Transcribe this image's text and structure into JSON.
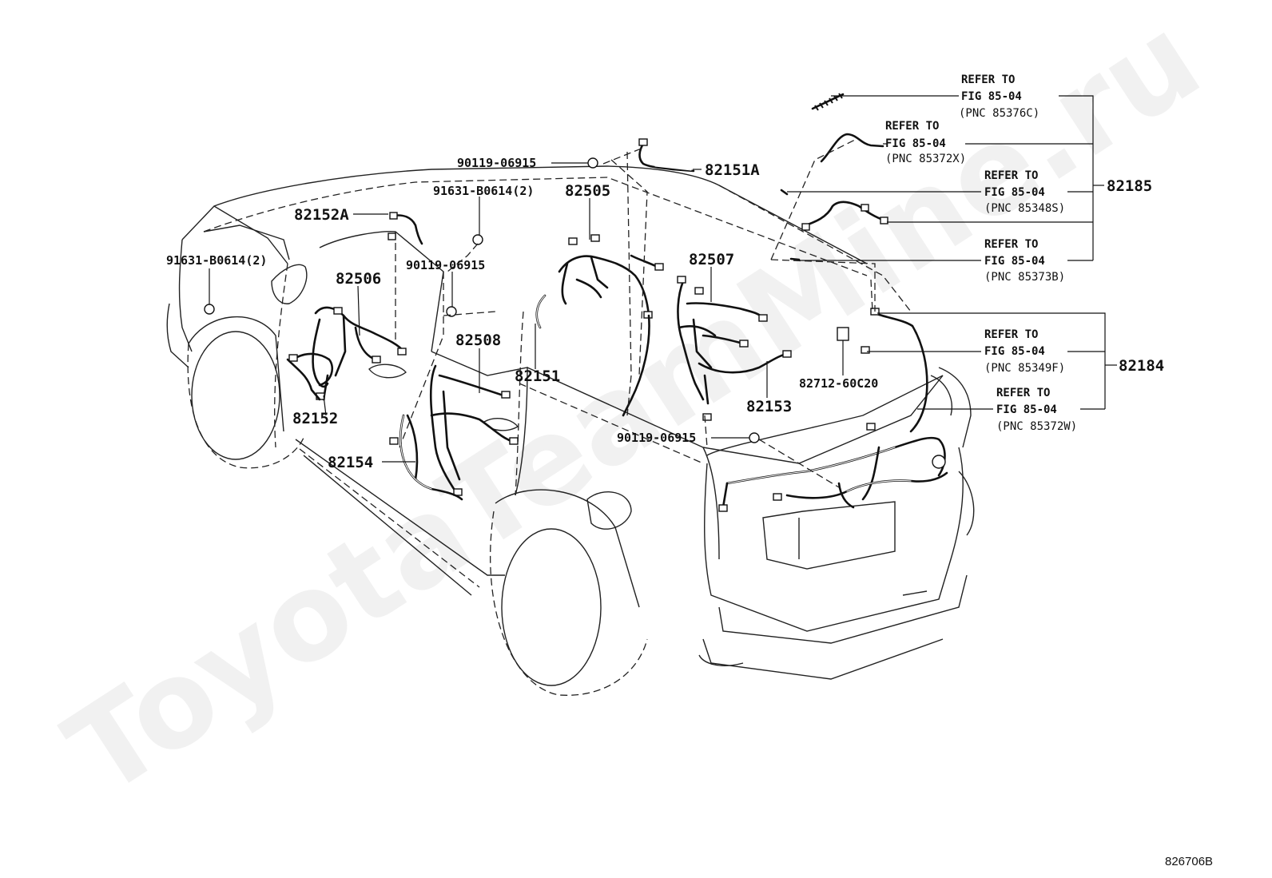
{
  "watermark": "ToyotaTeamMine.ru",
  "figure_code": "826706B",
  "parts": [
    {
      "id": "p82185",
      "text": "82185"
    },
    {
      "id": "p82184",
      "text": "82184"
    },
    {
      "id": "p82151A",
      "text": "82151A"
    },
    {
      "id": "p82505",
      "text": "82505"
    },
    {
      "id": "p82152A",
      "text": "82152A"
    },
    {
      "id": "p82506",
      "text": "82506"
    },
    {
      "id": "p82507",
      "text": "82507"
    },
    {
      "id": "p82508",
      "text": "82508"
    },
    {
      "id": "p82151",
      "text": "82151"
    },
    {
      "id": "p82153",
      "text": "82153"
    },
    {
      "id": "p82152",
      "text": "82152"
    },
    {
      "id": "p82154",
      "text": "82154"
    },
    {
      "id": "p82712",
      "text": "82712-60C20"
    },
    {
      "id": "bolt1",
      "text": "90119-06915"
    },
    {
      "id": "bolt2",
      "text": "90119-06915"
    },
    {
      "id": "bolt3",
      "text": "90119-06915"
    },
    {
      "id": "clip1",
      "text": "91631-B0614(2)"
    },
    {
      "id": "clip2",
      "text": "91631-B0614(2)"
    }
  ],
  "references": [
    {
      "refer": "REFER TO",
      "fig": "FIG 85-04",
      "pnc": "(PNC 85376C)"
    },
    {
      "refer": "REFER TO",
      "fig": "FIG 85-04",
      "pnc": "(PNC 85372X)"
    },
    {
      "refer": "REFER TO",
      "fig": "FIG 85-04",
      "pnc": "(PNC 85348S)"
    },
    {
      "refer": "REFER TO",
      "fig": "FIG 85-04",
      "pnc": "(PNC 85373B)"
    },
    {
      "refer": "REFER TO",
      "fig": "FIG 85-04",
      "pnc": "(PNC 85349F)"
    },
    {
      "refer": "REFER TO",
      "fig": "FIG 85-04",
      "pnc": "(PNC 85372W)"
    }
  ]
}
